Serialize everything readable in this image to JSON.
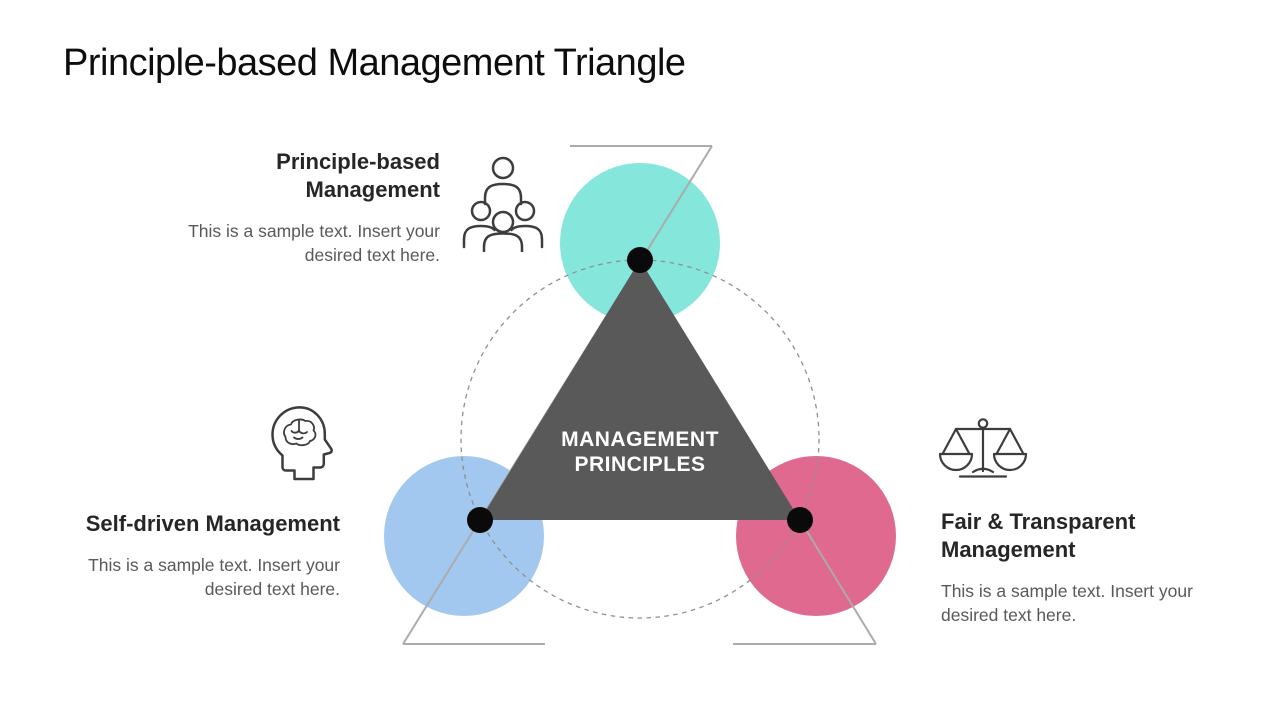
{
  "slide": {
    "title": "Principle-based Management Triangle",
    "center_label": "MANAGEMENT PRINCIPLES",
    "sections": [
      {
        "heading": "Principle-based Management",
        "body": "This is a sample text. Insert your desired text here.",
        "icon": "team-icon"
      },
      {
        "heading": "Self-driven Management",
        "body": "This is a sample text. Insert your desired text here.",
        "icon": "brain-head-icon"
      },
      {
        "heading": "Fair & Transparent Management",
        "body": "This is a sample text. Insert your desired text here.",
        "icon": "scales-icon"
      }
    ],
    "colors": {
      "teal_circle": "#85e6dc",
      "blue_circle": "#a3c8ef",
      "pink_circle": "#e0698f",
      "triangle": "#595959",
      "vertex_dot": "#0a0a0a",
      "guide_line": "#ababab",
      "dashed_circle": "#8f8f8f",
      "title_text": "#0d0d0d",
      "heading_text": "#262626",
      "body_text": "#595959",
      "center_text": "#ffffff",
      "icon_stroke": "#3d3d3d"
    }
  }
}
